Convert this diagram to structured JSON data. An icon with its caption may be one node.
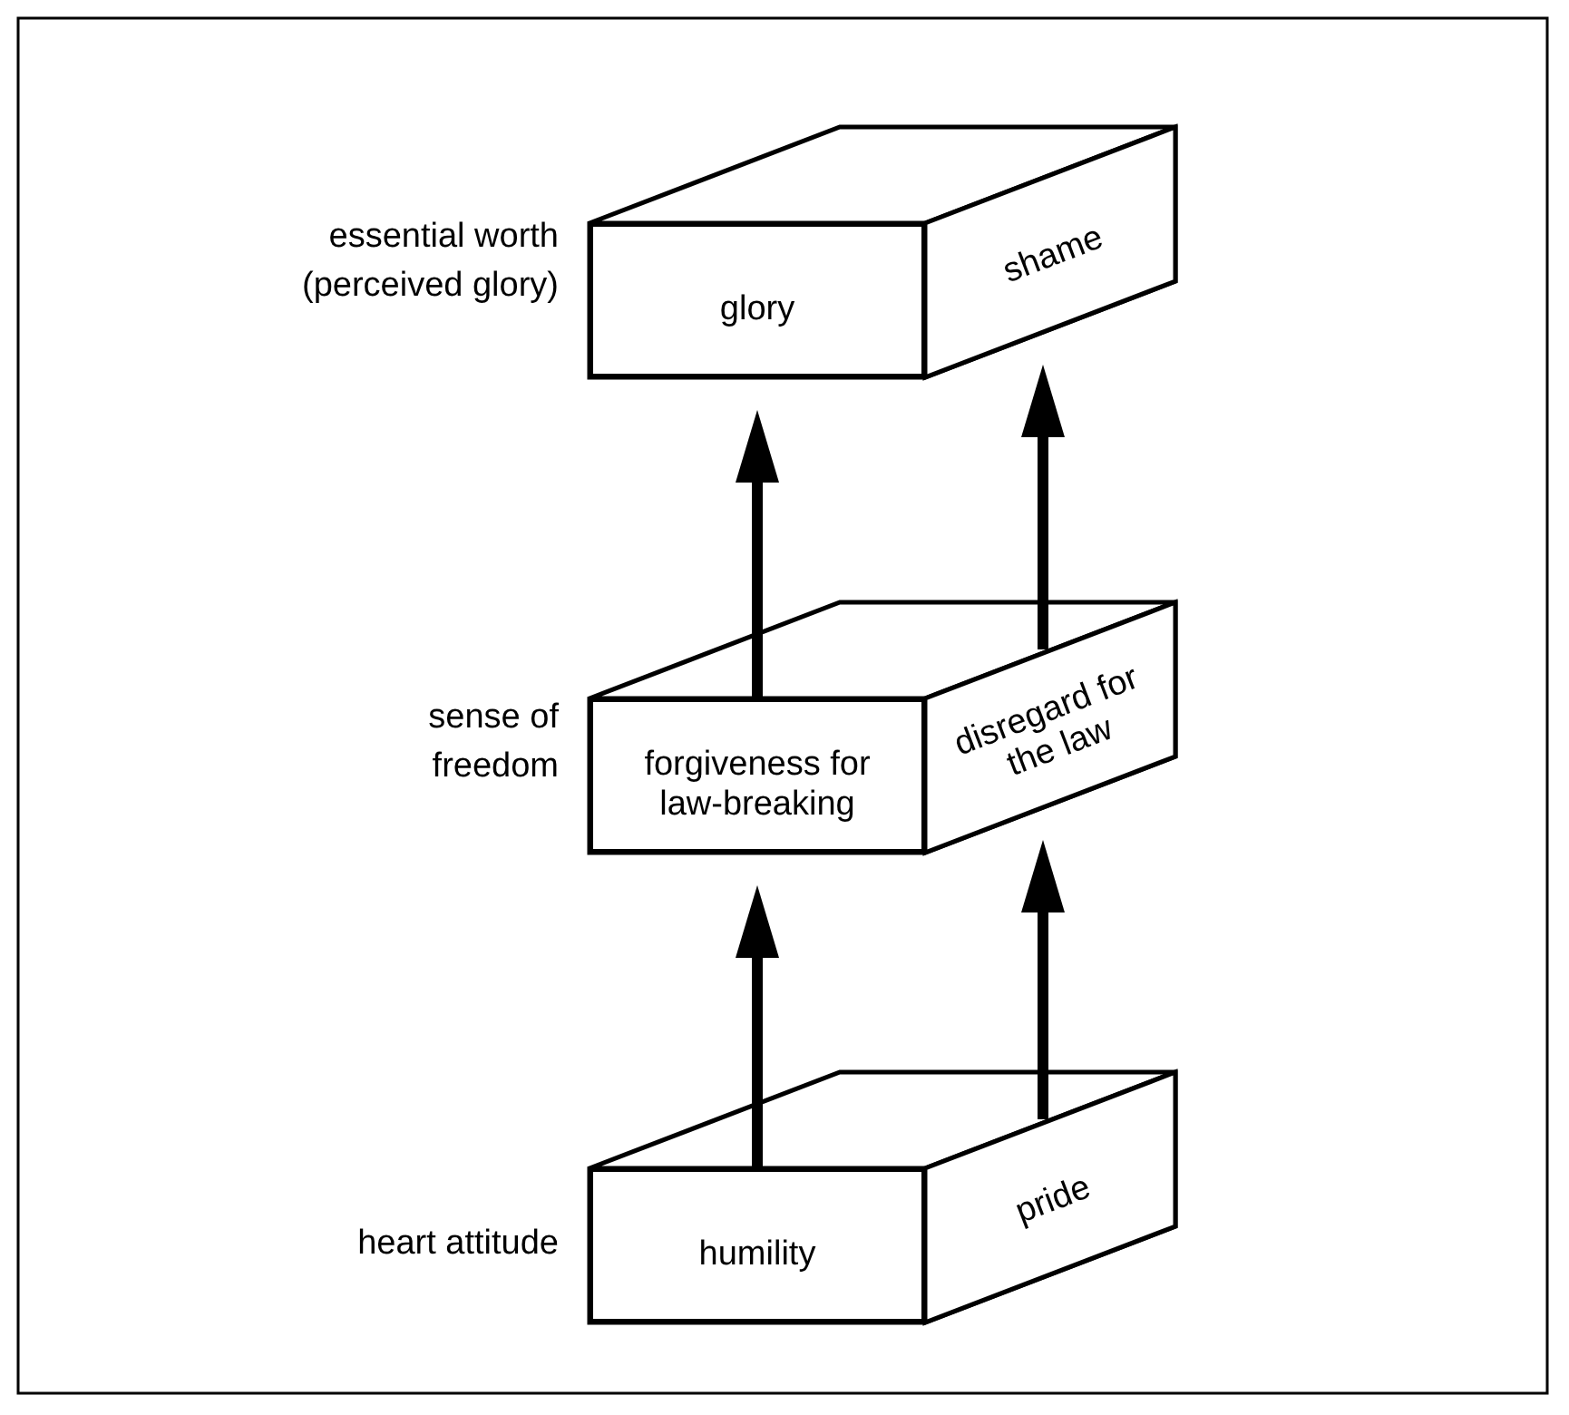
{
  "diagram": {
    "nodes": [
      {
        "text": [],
        "shape": "box"
      },
      {
        "text": [
          "glory"
        ],
        "in": 0
      },
      {
        "text": [
          "shame"
        ],
        "in": 0
      },
      {
        "text": [],
        "shape": "box"
      },
      {
        "text": [
          "forgiveness for law-breaking"
        ],
        "in": 3
      },
      {
        "text": [
          "disregard for the law"
        ],
        "in": 3
      },
      {
        "text": [],
        "shape": "box"
      },
      {
        "text": [
          "humility"
        ],
        "in": 6
      },
      {
        "text": [
          "pride"
        ],
        "in": 6
      }
    ],
    "edges": [
      {
        "from": 4,
        "to": 1,
        "arrow": "to"
      },
      {
        "from": 5,
        "to": 2,
        "arrow": "to"
      },
      {
        "from": 7,
        "to": 4,
        "arrow": "to"
      },
      {
        "from": 8,
        "to": 5,
        "arrow": "to"
      }
    ],
    "labels": [
      "essential worth (perceived glory)",
      "sense of freedom",
      "heart attitude"
    ]
  }
}
